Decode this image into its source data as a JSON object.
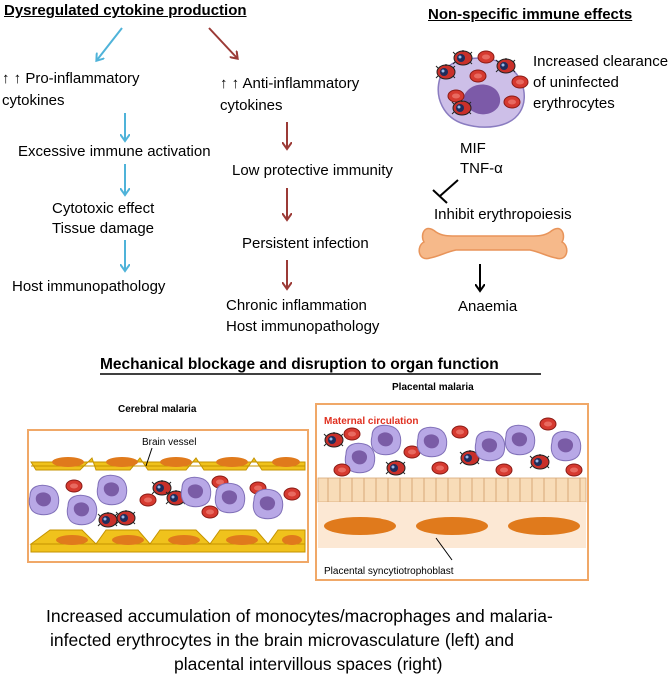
{
  "top": {
    "dysregulated_title": "Dysregulated cytokine production",
    "nonspecific_title": "Non-specific immune effects",
    "pro_inflammatory": [
      "↑ ↑ Pro-inflammatory",
      "cytokines"
    ],
    "excessive_activation": "Excessive immune activation",
    "cytotoxic": [
      "Cytotoxic effect",
      "Tissue damage"
    ],
    "host_immunopathology": "Host immunopathology",
    "anti_inflammatory": [
      "↑ ↑ Anti-inflammatory",
      "cytokines"
    ],
    "low_protective": "Low protective immunity",
    "persistent_infection": "Persistent infection",
    "chronic": [
      "Chronic inflammation",
      "Host immunopathology"
    ],
    "clearance": [
      "Increased clearance",
      "of uninfected",
      "erythrocytes"
    ],
    "mif": "MIF",
    "tnf": "TNF-α",
    "inhibit": "Inhibit erythropoiesis",
    "anaemia": "Anaemia"
  },
  "bottom": {
    "mechanical_title": "Mechanical blockage and disruption to organ function",
    "cerebral_title": "Cerebral malaria",
    "placental_title": "Placental malaria",
    "brain_vessel": "Brain vessel",
    "maternal_circulation": "Maternal circulation",
    "syncytiotrophoblast": "Placental syncytiotrophoblast",
    "caption": [
      "Increased accumulation of monocytes/macrophages and malaria-",
      "infected erythrocytes in the brain microvasculature (left)  and",
      "placental intervillous spaces (right)"
    ]
  },
  "colors": {
    "blue_arrow": "#4fb3d9",
    "red_arrow": "#9b3a36",
    "frame": "#f0a868",
    "endothelium": "#f0c21c",
    "nucleus_orange": "#e07a1c",
    "erythrocyte": "#d63a30",
    "macrophage": "#a99ad8",
    "maternal_label": "#e03020"
  }
}
